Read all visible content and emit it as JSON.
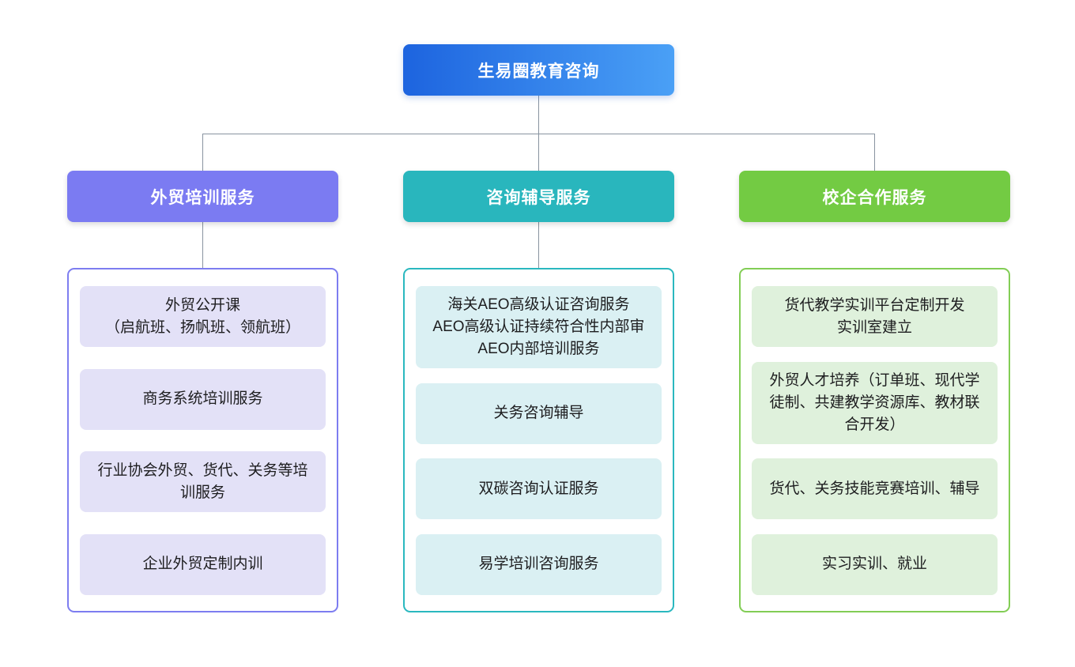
{
  "root": {
    "label": "生易圈教育咨询"
  },
  "branches": [
    {
      "label": "外贸培训服务",
      "items": [
        {
          "text": "外贸公开课\n（启航班、扬帆班、领航班）"
        },
        {
          "text": "商务系统培训服务"
        },
        {
          "text": "行业协会外贸、货代、关务等培训服务"
        },
        {
          "text": "企业外贸定制内训"
        }
      ]
    },
    {
      "label": "咨询辅导服务",
      "items": [
        {
          "text": "海关AEO高级认证咨询服务\nAEO高级认证持续符合性内部审\nAEO内部培训服务"
        },
        {
          "text": "关务咨询辅导"
        },
        {
          "text": "双碳咨询认证服务"
        },
        {
          "text": "易学培训咨询服务"
        }
      ]
    },
    {
      "label": "校企合作服务",
      "items": [
        {
          "text": "货代教学实训平台定制开发\n实训室建立"
        },
        {
          "text": "外贸人才培养（订单班、现代学徒制、共建教学资源库、教材联合开发）"
        },
        {
          "text": "货代、关务技能竞赛培训、辅导"
        },
        {
          "text": "实习实训、就业"
        }
      ]
    }
  ],
  "colors": {
    "root_gradient_start": "#1d64df",
    "root_gradient_end": "#4aa0f6",
    "branch1_header": "#7b7bf2",
    "branch1_item_bg": "#e3e1f7",
    "branch2_header": "#29b6bd",
    "branch2_item_bg": "#daf0f3",
    "branch3_header": "#73cb43",
    "branch3_item_bg": "#dff1dc",
    "connector": "#8893a0",
    "item_text": "#1d1d1f"
  }
}
